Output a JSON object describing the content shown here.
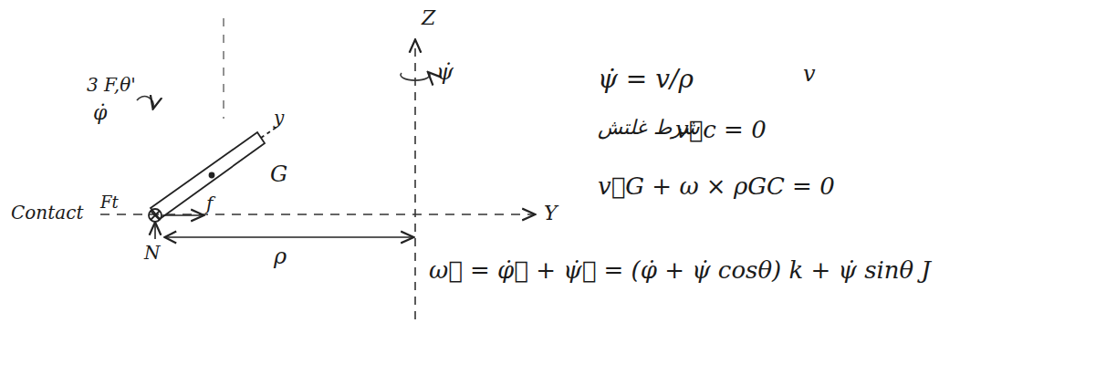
{
  "diagram": {
    "labels": [
      "Z",
      "ψ̇",
      "ψ̇ = v/ρ",
      "v",
      "شرط غلتش",
      "v⃗c = 0",
      "v⃗G + ω × ρGC = 0",
      "ω⃗ = φ̇⃗ + ψ̇⃗ = (φ̇ + ψ̇ cosθ) k + ψ̇ sinθ J",
      "3 F,θ'",
      "φ̇",
      "y",
      "G",
      "f",
      "Contact",
      "Ft",
      "N",
      "ρ",
      "Y"
    ]
  }
}
